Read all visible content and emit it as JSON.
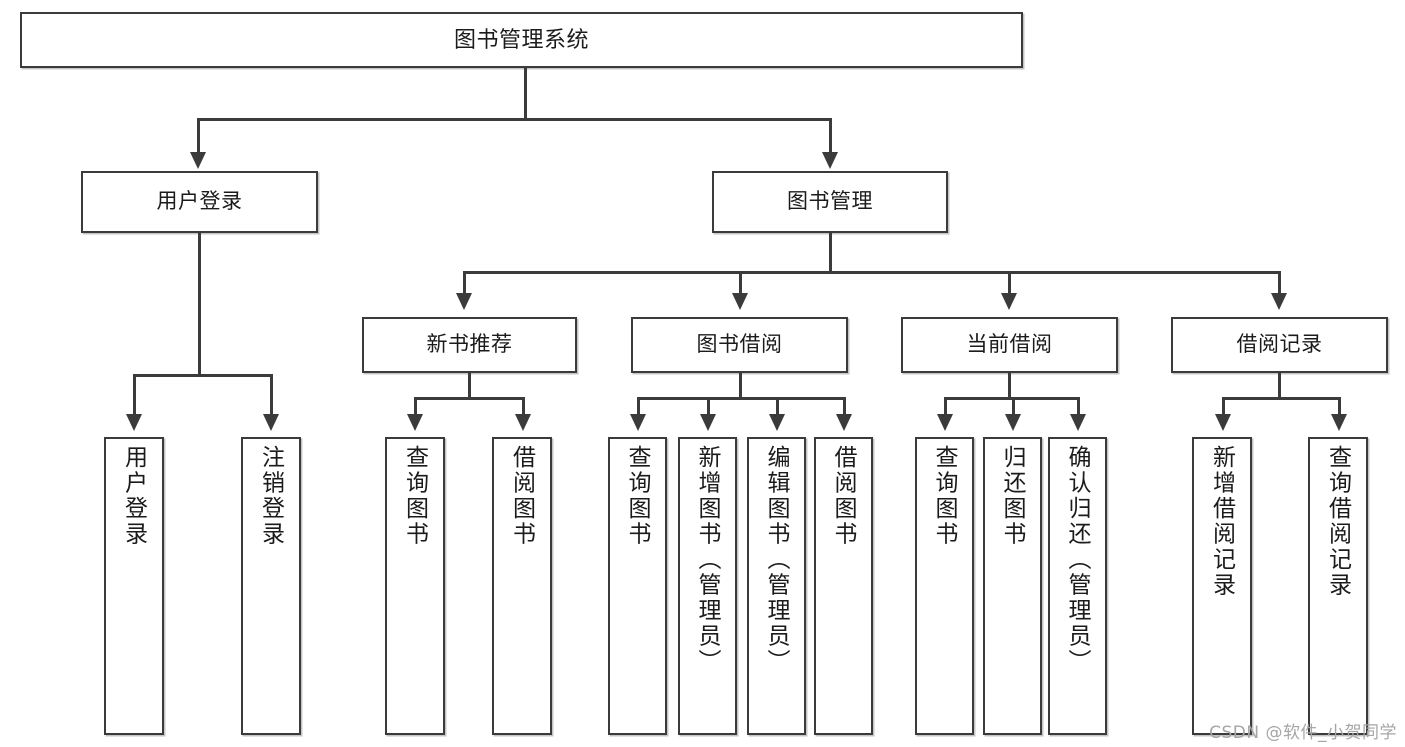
{
  "diagram": {
    "type": "tree-hierarchy",
    "title": "图书管理系统",
    "orientation": "top-down",
    "colors": {
      "background": "#ffffff",
      "box_border": "#3b3b3b",
      "box_fill": "#ffffff",
      "connector": "#3b3b3b",
      "watermark": "#a6a6a6"
    }
  },
  "root": {
    "label": "图书管理系统"
  },
  "level2": [
    {
      "label": "用户登录"
    },
    {
      "label": "图书管理"
    }
  ],
  "level3": [
    {
      "label": "新书推荐"
    },
    {
      "label": "图书借阅"
    },
    {
      "label": "当前借阅"
    },
    {
      "label": "借阅记录"
    }
  ],
  "leaves": {
    "user_login": [
      {
        "label": "用户登录"
      },
      {
        "label": "注销登录"
      }
    ],
    "new_book": [
      {
        "label": "查询图书"
      },
      {
        "label": "借阅图书"
      }
    ],
    "book_borrow": [
      {
        "label": "查询图书"
      },
      {
        "label": "新增图书（管理员）"
      },
      {
        "label": "编辑图书（管理员）"
      },
      {
        "label": "借阅图书"
      }
    ],
    "current_borrow": [
      {
        "label": "查询图书"
      },
      {
        "label": "归还图书"
      },
      {
        "label": "确认归还（管理员）"
      }
    ],
    "borrow_record": [
      {
        "label": "新增借阅记录"
      },
      {
        "label": "查询借阅记录"
      }
    ]
  },
  "watermark": {
    "text": "CSDN @软件_小贺同学"
  }
}
